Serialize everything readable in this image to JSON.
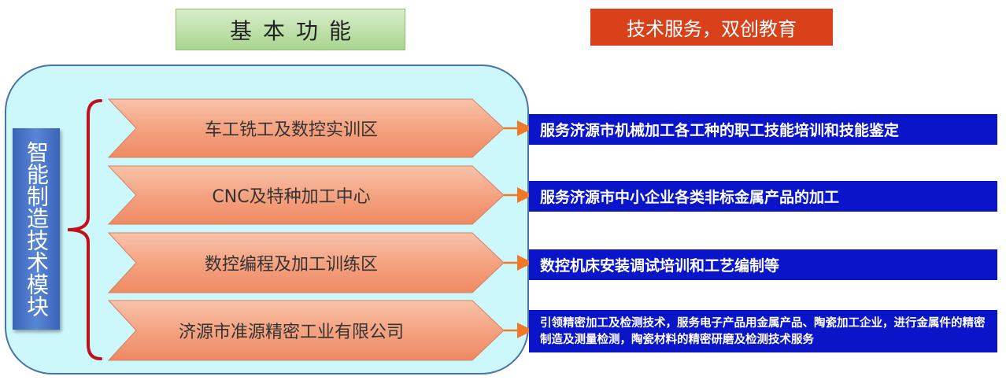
{
  "headers": {
    "basic_functions": "基本功能",
    "service": "技术服务，双创教育"
  },
  "module": {
    "title": "智能制造技术模块"
  },
  "areas": [
    {
      "label": "车工铣工及数控实训区",
      "service": "服务济源市机械加工各工种的职工技能培训和技能鉴定"
    },
    {
      "label": "CNC及特种加工中心",
      "service": "服务济源市中小企业各类非标金属产品的加工"
    },
    {
      "label": "数控编程及加工训练区",
      "service": "数控机床安装调试培训和工艺编制等"
    },
    {
      "label": "济源市准源精密工业有限公司",
      "service": "引领精密加工及检测技术，服务电子产品用金属产品、陶瓷加工企业，进行金属件的精密制造及测量检测，陶瓷材料的精密研磨及检测技术服务"
    }
  ],
  "colors": {
    "header_green": "#a9d590",
    "header_red": "#d9411a",
    "frame_fill": "#ccf7fb",
    "frame_border": "#4a73a8",
    "module_blue": "#3a64b8",
    "arrow_fill": "#f4a07e",
    "brace": "#c0101c",
    "connector": "#f07828",
    "service_blue": "#0a14c8"
  }
}
